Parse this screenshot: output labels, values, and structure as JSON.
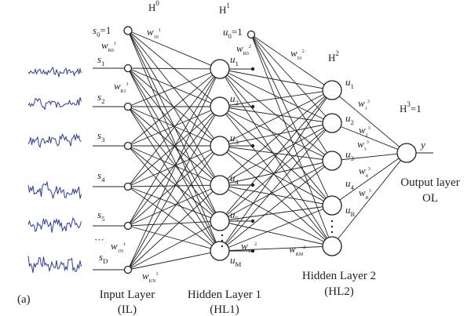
{
  "layers": {
    "H0": {
      "base": "H",
      "exp": "0"
    },
    "H1": {
      "base": "H",
      "exp": "1"
    },
    "H2": {
      "base": "H",
      "exp": "2"
    },
    "H3": {
      "base": "H",
      "exp": "3",
      "suffix": "=1"
    }
  },
  "inputs": [
    {
      "base": "s",
      "sub": "0",
      "suffix": "=1"
    },
    {
      "base": "s",
      "sub": "1"
    },
    {
      "base": "s",
      "sub": "2"
    },
    {
      "base": "s",
      "sub": "3"
    },
    {
      "base": "s",
      "sub": "4"
    },
    {
      "base": "s",
      "sub": "5"
    },
    {
      "base": "···"
    },
    {
      "base": "s",
      "sub": "D"
    }
  ],
  "hidden1": [
    {
      "base": "u",
      "sub": "0",
      "suffix": "=1"
    },
    {
      "base": "u",
      "sub": "1"
    },
    {
      "base": "u",
      "sub": "2"
    },
    {
      "base": "u",
      "sub": "3"
    },
    {
      "base": "u",
      "sub": "4"
    },
    {
      "base": "u",
      "sub": "5"
    },
    {
      "base": "u",
      "sub": "M"
    }
  ],
  "hidden2": [
    {
      "base": "u",
      "sub": "1"
    },
    {
      "base": "u",
      "sub": "2"
    },
    {
      "base": "u",
      "sub": "3"
    },
    {
      "base": "u",
      "sub": "4"
    },
    {
      "base": "u",
      "sub": "R"
    }
  ],
  "output": {
    "label": "y"
  },
  "weights": [
    {
      "base": "w",
      "sub": "10",
      "sup": "1"
    },
    {
      "base": "w",
      "sub": "R0",
      "sup": "1"
    },
    {
      "base": "w",
      "sub": "R1",
      "sup": "1"
    },
    {
      "base": "w",
      "sub": "1N",
      "sup": "1"
    },
    {
      "base": "w",
      "sub": "KN",
      "sup": "1"
    },
    {
      "base": "w",
      "sub": "R0",
      "sup": "2"
    },
    {
      "base": "w",
      "sub": "01",
      "sup": "2"
    },
    {
      "base": "w",
      "sub": "1M",
      "sup": "2"
    },
    {
      "base": "w",
      "sub": "RM",
      "sup": "2"
    },
    {
      "base": "w",
      "sub": "1",
      "sup": "3"
    },
    {
      "base": "w",
      "sub": "2",
      "sup": "3"
    },
    {
      "base": "w",
      "sub": "3",
      "sup": "3"
    },
    {
      "base": "w",
      "sub": "4",
      "sup": "3"
    },
    {
      "base": "w",
      "sub": "R",
      "sup": "3"
    }
  ],
  "captions": {
    "panel": "(a)",
    "input_layer": [
      "Input Layer",
      "(IL)"
    ],
    "hidden1": [
      "Hidden Layer 1",
      "(HL1)"
    ],
    "hidden2": [
      "Hidden Layer 2",
      "(HL2)"
    ],
    "output_layer": [
      "Output layer",
      "OL"
    ]
  },
  "colors": {
    "signal": "#2b3a9a",
    "line": "#222222"
  }
}
